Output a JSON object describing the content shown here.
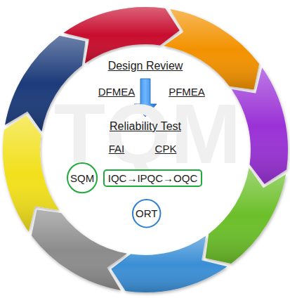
{
  "diagram": {
    "nodes": [
      {
        "text": [
          "SQM"
        ]
      },
      {
        "text": [
          "IQC→IPQC→OQC"
        ]
      },
      {
        "text": [
          "ORT"
        ]
      }
    ],
    "labels": [
      "Design Review",
      "DFMEA",
      "PFMEA",
      "Reliability Test",
      "FAI",
      "CPK",
      "TQM"
    ]
  }
}
